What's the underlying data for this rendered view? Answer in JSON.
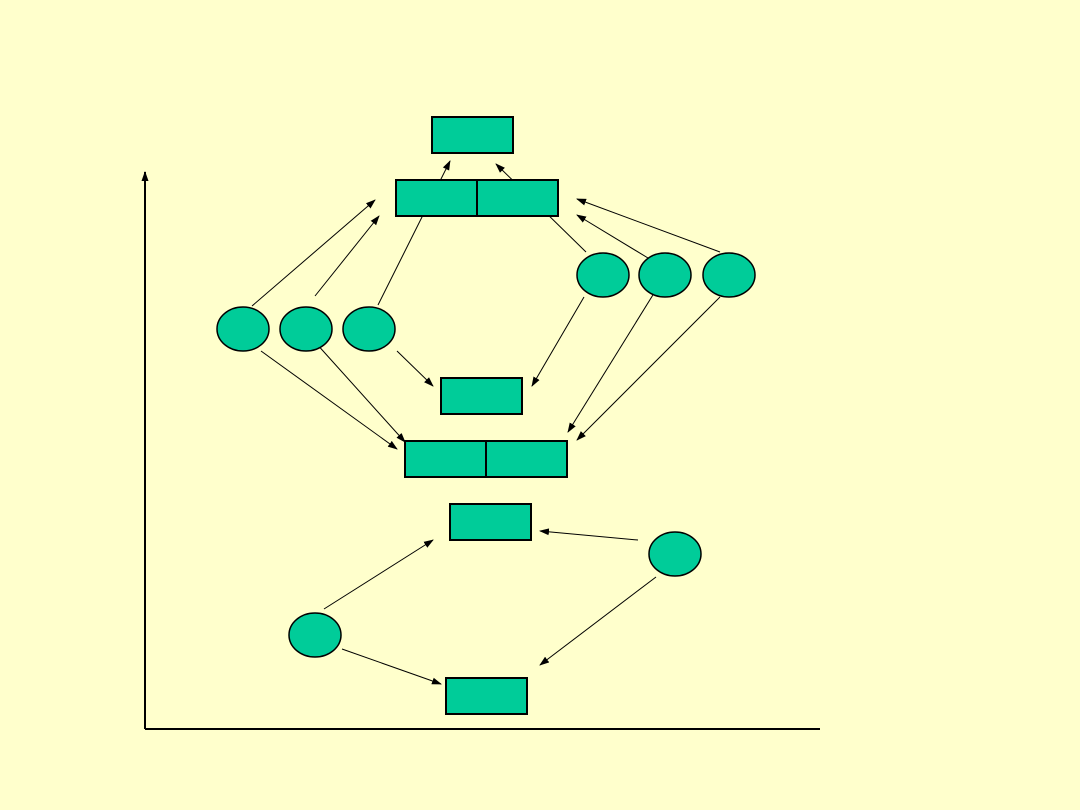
{
  "diagram": {
    "colors": {
      "background": "#FFFFCC",
      "node_fill": "#00CC99",
      "stroke": "#000000"
    },
    "nodes": [
      {
        "id": "box-top",
        "shape": "rect"
      },
      {
        "id": "box-top-split",
        "shape": "rect-split"
      },
      {
        "id": "box-middle",
        "shape": "rect"
      },
      {
        "id": "box-middle-split",
        "shape": "rect-split"
      },
      {
        "id": "box-lower",
        "shape": "rect"
      },
      {
        "id": "box-bottom",
        "shape": "rect"
      },
      {
        "id": "circle-left-1",
        "shape": "ellipse"
      },
      {
        "id": "circle-left-2",
        "shape": "ellipse"
      },
      {
        "id": "circle-left-3",
        "shape": "ellipse"
      },
      {
        "id": "circle-right-1",
        "shape": "ellipse"
      },
      {
        "id": "circle-right-2",
        "shape": "ellipse"
      },
      {
        "id": "circle-right-3",
        "shape": "ellipse"
      },
      {
        "id": "circle-lower-right",
        "shape": "ellipse"
      },
      {
        "id": "circle-lower-left",
        "shape": "ellipse"
      }
    ],
    "edges": [
      {
        "from": "circle-left-1",
        "to": "box-top-split"
      },
      {
        "from": "circle-left-2",
        "to": "box-top-split"
      },
      {
        "from": "circle-left-3",
        "to": "box-top"
      },
      {
        "from": "circle-right-1",
        "to": "box-top"
      },
      {
        "from": "circle-right-2",
        "to": "box-top-split"
      },
      {
        "from": "circle-right-3",
        "to": "box-top-split"
      },
      {
        "from": "circle-left-3",
        "to": "box-middle"
      },
      {
        "from": "circle-right-1",
        "to": "box-middle"
      },
      {
        "from": "circle-left-1",
        "to": "box-middle-split"
      },
      {
        "from": "circle-left-2",
        "to": "box-middle-split"
      },
      {
        "from": "circle-right-2",
        "to": "box-middle-split"
      },
      {
        "from": "circle-right-3",
        "to": "box-middle-split"
      },
      {
        "from": "circle-lower-right",
        "to": "box-lower"
      },
      {
        "from": "circle-lower-left",
        "to": "box-lower"
      },
      {
        "from": "circle-lower-left",
        "to": "box-bottom"
      },
      {
        "from": "circle-lower-right",
        "to": "box-bottom"
      }
    ]
  }
}
